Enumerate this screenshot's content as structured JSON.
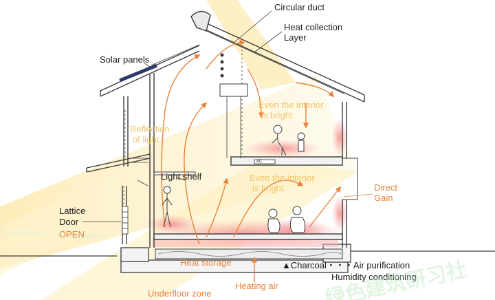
{
  "labels": {
    "circular_duct": "Circular duct",
    "heat_collection_1": "Heat collection",
    "heat_collection_2": "Layer",
    "solar_panels": "Solar panels",
    "even_interior_upper_1": "Even the interior",
    "even_interior_upper_2": "is bright.",
    "reflection_1": "Reflection",
    "reflection_2": "of light",
    "light_shelf": "Light shelf",
    "even_interior_lower_1": "Even the interior",
    "even_interior_lower_2": "is bright.",
    "direct_gain_1": "Direct",
    "direct_gain_2": "Gain",
    "lattice_1": "Lattice",
    "lattice_2": "Door",
    "open": "OPEN",
    "heat_storage": "Heat storage",
    "charcoal": "▲Charcoal・・・Air purification",
    "humidity": "Humidity conditioning",
    "heating_air": "Heating air",
    "underfloor": "Underfloor zone",
    "ac_unit": "AC"
  },
  "watermark": "绿色建筑研习社",
  "colors": {
    "line": "#3a3a3a",
    "heat_arrow": "#e8833a",
    "light_beam": "#fbe7a8",
    "text_orange": "#e8833a",
    "text_yellow": "#f2c46a",
    "heat_glow": "#f08a8a"
  }
}
